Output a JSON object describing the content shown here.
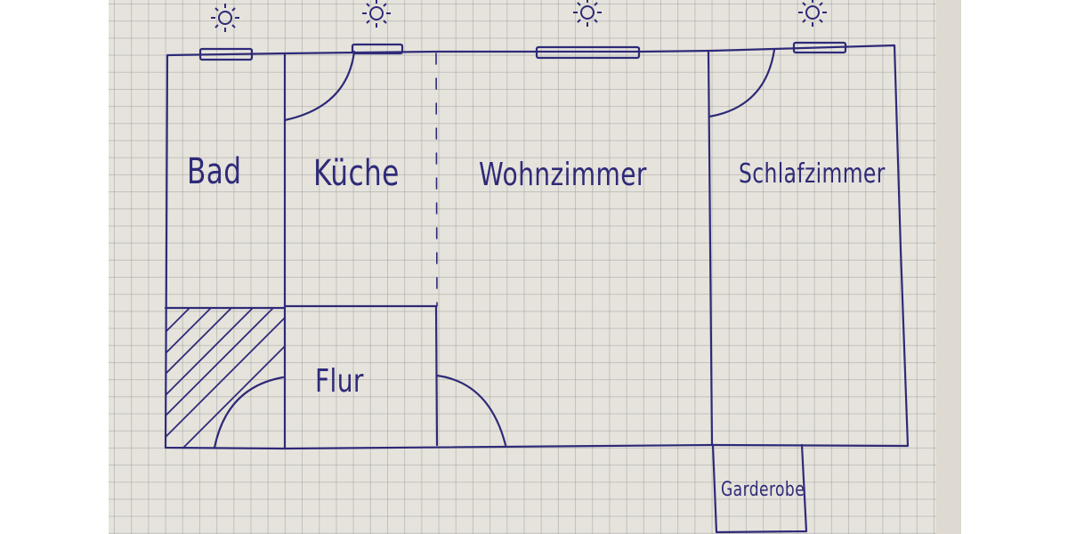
{
  "diagram": {
    "type": "hand-drawn floor plan on grid paper",
    "ink_color": "#2e2a78",
    "paper_color": "#e6e3dc",
    "rooms": [
      {
        "id": "bad",
        "label": "Bad"
      },
      {
        "id": "kueche",
        "label": "Küche"
      },
      {
        "id": "wohnzimmer",
        "label": "Wohnzimmer"
      },
      {
        "id": "schlafzimmer",
        "label": "Schlafzimmer"
      },
      {
        "id": "flur",
        "label": "Flur"
      },
      {
        "id": "garderobe",
        "label": "Garderobe"
      }
    ],
    "symbols": {
      "sun": "sun-icon",
      "window": "window-symbol",
      "door": "door-swing-arc",
      "hatched_area": "hatched-unused-area",
      "open_divider": "dashed-divider-line"
    }
  }
}
